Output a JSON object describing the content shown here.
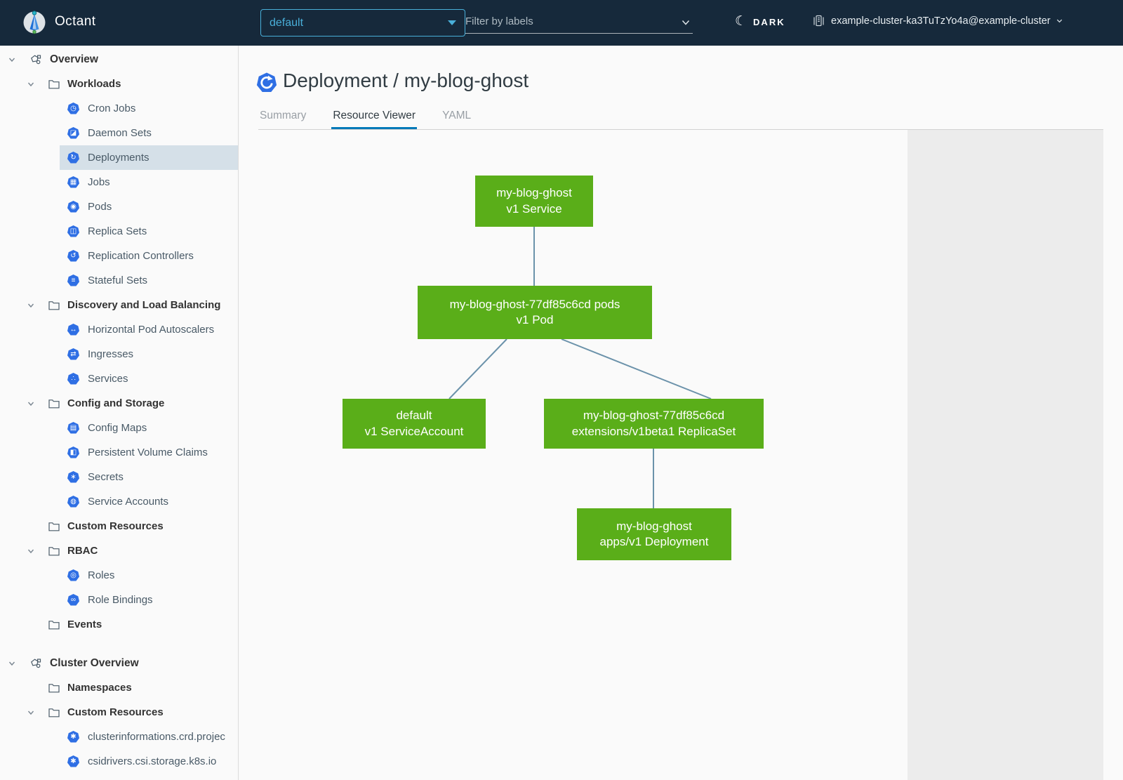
{
  "header": {
    "app_name": "Octant",
    "namespace_selector": {
      "value": "default"
    },
    "filter": {
      "placeholder": "Filter by labels"
    },
    "theme_toggle": {
      "label": "DARK"
    },
    "cluster": {
      "name": "example-cluster-ka3TuTzYo4a@example-cluster"
    }
  },
  "sidebar": {
    "rows": [
      {
        "type": "root",
        "label": "Overview",
        "chevron": true,
        "icon_name": "objects-icon"
      },
      {
        "type": "group",
        "label": "Workloads",
        "chevron": true,
        "icon_name": "folder-icon"
      },
      {
        "type": "item",
        "label": "Cron Jobs",
        "glyph": "◷",
        "icon_name": "cronjob-icon"
      },
      {
        "type": "item",
        "label": "Daemon Sets",
        "glyph": "◪",
        "icon_name": "daemonset-icon"
      },
      {
        "type": "item",
        "label": "Deployments",
        "glyph": "↻",
        "icon_name": "deployment-icon",
        "selected": true
      },
      {
        "type": "item",
        "label": "Jobs",
        "glyph": "▦",
        "icon_name": "job-icon"
      },
      {
        "type": "item",
        "label": "Pods",
        "glyph": "◉",
        "icon_name": "pod-icon"
      },
      {
        "type": "item",
        "label": "Replica Sets",
        "glyph": "◫",
        "icon_name": "replicaset-icon"
      },
      {
        "type": "item",
        "label": "Replication Controllers",
        "glyph": "↺",
        "icon_name": "replicationcontroller-icon"
      },
      {
        "type": "item",
        "label": "Stateful Sets",
        "glyph": "≡",
        "icon_name": "statefulset-icon"
      },
      {
        "type": "group",
        "label": "Discovery and Load Balancing",
        "chevron": true,
        "icon_name": "folder-icon"
      },
      {
        "type": "item",
        "label": "Horizontal Pod Autoscalers",
        "glyph": "↔",
        "icon_name": "hpa-icon"
      },
      {
        "type": "item",
        "label": "Ingresses",
        "glyph": "⇄",
        "icon_name": "ingress-icon"
      },
      {
        "type": "item",
        "label": "Services",
        "glyph": "∴",
        "icon_name": "service-icon"
      },
      {
        "type": "group",
        "label": "Config and Storage",
        "chevron": true,
        "icon_name": "folder-icon"
      },
      {
        "type": "item",
        "label": "Config Maps",
        "glyph": "▤",
        "icon_name": "configmap-icon"
      },
      {
        "type": "item",
        "label": "Persistent Volume Claims",
        "glyph": "◧",
        "icon_name": "pvc-icon"
      },
      {
        "type": "item",
        "label": "Secrets",
        "glyph": "∗",
        "icon_name": "secret-icon"
      },
      {
        "type": "item",
        "label": "Service Accounts",
        "glyph": "◍",
        "icon_name": "serviceaccount-icon"
      },
      {
        "type": "group",
        "label": "Custom Resources",
        "chevron": false,
        "icon_name": "folder-icon"
      },
      {
        "type": "group",
        "label": "RBAC",
        "chevron": true,
        "icon_name": "folder-icon"
      },
      {
        "type": "item",
        "label": "Roles",
        "glyph": "◎",
        "icon_name": "role-icon"
      },
      {
        "type": "item",
        "label": "Role Bindings",
        "glyph": "∞",
        "icon_name": "rolebinding-icon"
      },
      {
        "type": "group",
        "label": "Events",
        "chevron": false,
        "icon_name": "folder-icon"
      },
      {
        "type": "root",
        "label": "Cluster Overview",
        "chevron": true,
        "icon_name": "objects-icon",
        "gap": true
      },
      {
        "type": "group",
        "label": "Namespaces",
        "chevron": false,
        "icon_name": "folder-icon"
      },
      {
        "type": "group",
        "label": "Custom Resources",
        "chevron": true,
        "icon_name": "folder-icon"
      },
      {
        "type": "item",
        "label": "clusterinformations.crd.projec",
        "glyph": "✱",
        "icon_name": "crd-icon"
      },
      {
        "type": "item",
        "label": "csidrivers.csi.storage.k8s.io",
        "glyph": "✱",
        "icon_name": "crd-icon"
      }
    ]
  },
  "main": {
    "title": "Deployment / my-blog-ghost",
    "tabs": [
      {
        "label": "Summary",
        "active": false
      },
      {
        "label": "Resource Viewer",
        "active": true
      },
      {
        "label": "YAML",
        "active": false
      }
    ]
  },
  "diagram": {
    "nodes": [
      {
        "id": "service",
        "lines": [
          "my-blog-ghost",
          "v1 Service"
        ]
      },
      {
        "id": "pods",
        "lines": [
          "my-blog-ghost-77df85c6cd pods",
          "v1 Pod"
        ]
      },
      {
        "id": "serviceaccount",
        "lines": [
          "default",
          "v1 ServiceAccount"
        ]
      },
      {
        "id": "replicaset",
        "lines": [
          "my-blog-ghost-77df85c6cd",
          "extensions/v1beta1 ReplicaSet"
        ]
      },
      {
        "id": "deployment",
        "lines": [
          "my-blog-ghost",
          "apps/v1 Deployment"
        ]
      }
    ],
    "edges": [
      {
        "from": "service",
        "to": "pods"
      },
      {
        "from": "pods",
        "to": "serviceaccount"
      },
      {
        "from": "pods",
        "to": "replicaset"
      },
      {
        "from": "replicaset",
        "to": "deployment"
      }
    ]
  },
  "colors": {
    "header_bg": "#16293b",
    "accent_blue": "#49afd9",
    "k8s_icon_blue": "#2f6fe4",
    "node_green": "#5aae19",
    "edge": "#6b92aa",
    "selected_row_bg": "#d5e0e8",
    "active_tab_underline": "#0079b8"
  }
}
